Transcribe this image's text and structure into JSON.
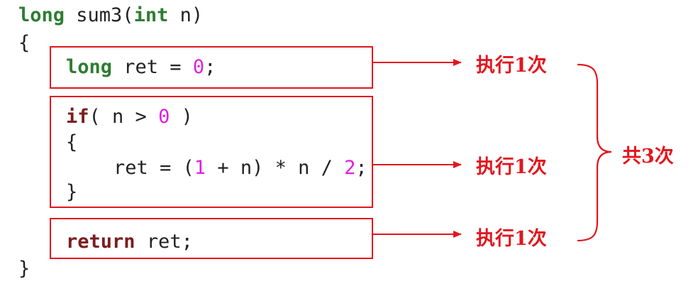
{
  "code": {
    "signature": {
      "type": "long",
      "name": " sum3(",
      "param_type": "int",
      "param_rest": " n)"
    },
    "open_brace": "{",
    "decl": {
      "type": "long",
      "rest": " ret = ",
      "value": "0",
      "end": ";"
    },
    "if_stmt": {
      "keyword": "if",
      "cond_a": "( n > ",
      "value": "0",
      "cond_b": " )"
    },
    "inner_open": "{",
    "assign": {
      "lead": "ret = (",
      "one": "1",
      "mid": " + n) * n / ",
      "two": "2",
      "end": ";"
    },
    "inner_close": "}",
    "ret_stmt": {
      "keyword": "return",
      "rest": " ret;"
    },
    "close_brace": "}"
  },
  "annotations": {
    "exec1": "执行1次",
    "exec2": "执行1次",
    "exec3": "执行1次",
    "total": "共3次"
  },
  "colors": {
    "annotation": "#e3161e",
    "type_keyword": "#2e7d32",
    "control_keyword": "#7a1e1e",
    "number_literal": "#e020e0",
    "code_text": "#222222"
  }
}
